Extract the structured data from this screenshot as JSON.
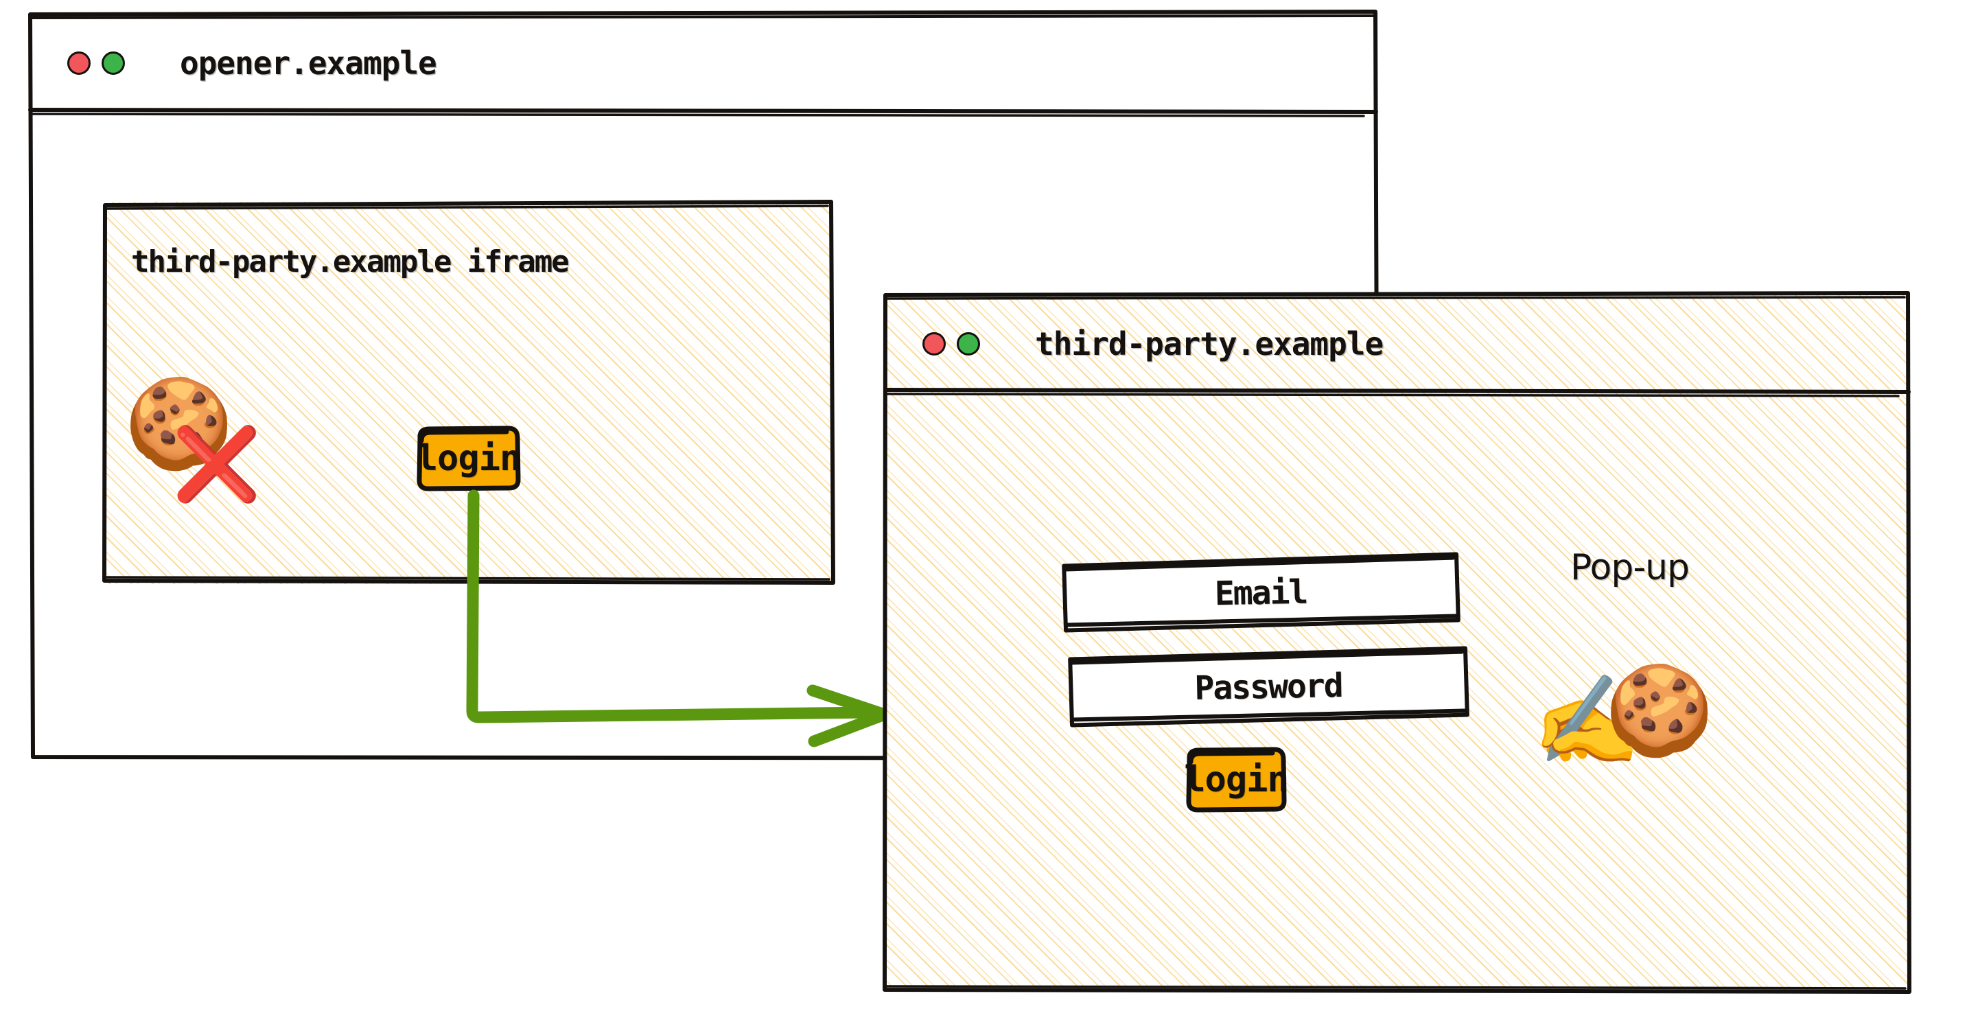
{
  "opener_window": {
    "title": "opener.example",
    "controls": [
      {
        "name": "close-dot",
        "color": "#f1565b"
      },
      {
        "name": "maximize-dot",
        "color": "#3cb44a"
      }
    ],
    "iframe": {
      "title": "third-party.example iframe",
      "cookie_icon": "🍪",
      "blocked_icon": "❌",
      "blocked_meaning": "third-party cookie blocked",
      "login_button": "login"
    }
  },
  "popup_window": {
    "title": "third-party.example",
    "annotation": "Pop-up",
    "controls": [
      {
        "name": "close-dot",
        "color": "#f1565b"
      },
      {
        "name": "maximize-dot",
        "color": "#3cb44a"
      }
    ],
    "form": {
      "email_label": "Email",
      "password_label": "Password",
      "login_button": "login"
    },
    "writing_hand_icon": "✍️",
    "cookie_icon": "🍪",
    "cookie_meaning": "first-party cookie set in pop-up"
  },
  "flow_arrow": {
    "from": "iframe login button",
    "to": "third-party.example pop-up window",
    "color": "#5b980f"
  },
  "colors": {
    "ink": "#14110f",
    "button_amber": "#f9ab00",
    "arrow_green": "#5b980f",
    "hatch_cream": "#fad389",
    "dot_red": "#f1565b",
    "dot_green": "#3cb44a"
  }
}
